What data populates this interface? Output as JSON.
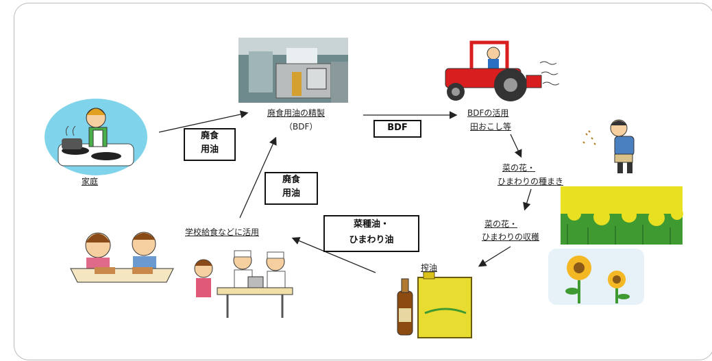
{
  "nodes": {
    "home": "家庭",
    "refine_line1": "廃食用油の精製",
    "refine_line2": "（BDF）",
    "use_line1": "BDFの活用",
    "use_line2": "田おこし等",
    "sow_line1": "菜の花・",
    "sow_line2": "ひまわりの種まき",
    "harvest_line1": "菜の花・",
    "harvest_line2": "ひまわりの収穫",
    "press": "搾油",
    "school": "学校給食などに活用"
  },
  "boxes": {
    "waste_oil_1_line1": "廃食",
    "waste_oil_1_line2": "用油",
    "bdf": "BDF",
    "waste_oil_2_line1": "廃食",
    "waste_oil_2_line2": "用油",
    "veg_oil_line1": "菜種油・",
    "veg_oil_line2": "ひまわり油"
  },
  "colors": {
    "tractor_red": "#d81e1e",
    "canola_yellow": "#e8e020",
    "sky_blue": "#7fd3ea"
  }
}
